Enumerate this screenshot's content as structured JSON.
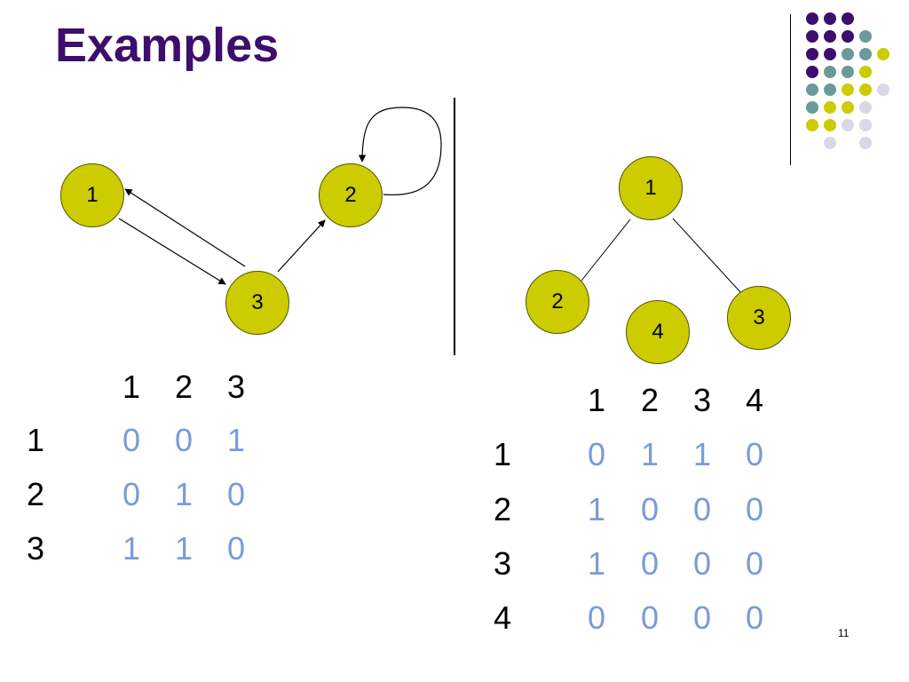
{
  "slide": {
    "title": "Examples",
    "page_number": "11"
  },
  "graph_left": {
    "nodes": [
      "1",
      "2",
      "3"
    ]
  },
  "graph_right": {
    "nodes": [
      "1",
      "2",
      "3",
      "4"
    ]
  },
  "matrix_left": {
    "col_headers": [
      "1",
      "2",
      "3"
    ],
    "row_headers": [
      "1",
      "2",
      "3"
    ],
    "rows": [
      [
        "0",
        "0",
        "1"
      ],
      [
        "0",
        "1",
        "0"
      ],
      [
        "1",
        "1",
        "0"
      ]
    ]
  },
  "matrix_right": {
    "col_headers": [
      "1",
      "2",
      "3",
      "4"
    ],
    "row_headers": [
      "1",
      "2",
      "3",
      "4"
    ],
    "rows": [
      [
        "0",
        "1",
        "1",
        "0"
      ],
      [
        "1",
        "0",
        "0",
        "0"
      ],
      [
        "1",
        "0",
        "0",
        "0"
      ],
      [
        "0",
        "0",
        "0",
        "0"
      ]
    ]
  },
  "colors": {
    "title": "#3d0e6b",
    "node_fill": "#cccc00",
    "matrix_values": "#7a9bd8",
    "dot_purple": "#3d0e6b",
    "dot_teal": "#6a9a9a",
    "dot_yellow": "#cccc00",
    "dot_lavender": "#d8d8e8"
  }
}
